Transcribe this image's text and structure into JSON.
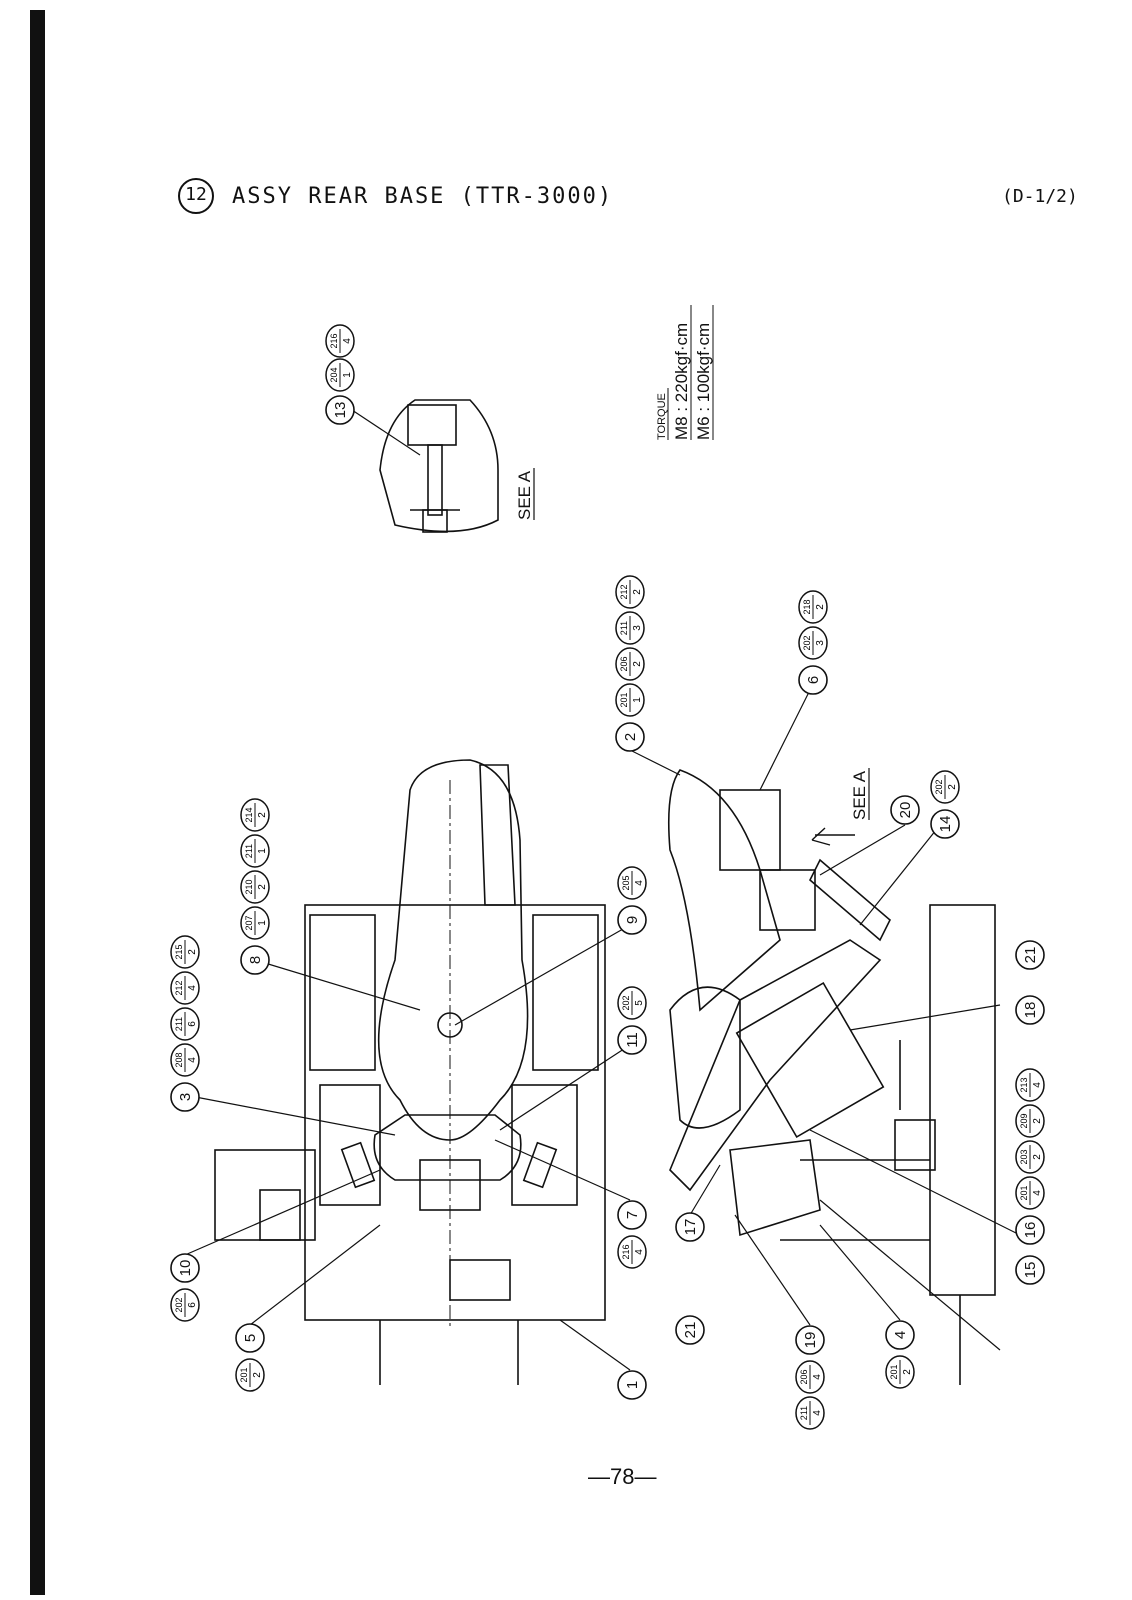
{
  "header": {
    "item_number": "12",
    "title": "ASSY REAR BASE (TTR-3000)",
    "sheet_code": "(D-1/2)"
  },
  "torque": {
    "heading": "TORQUE",
    "m8": "M8 : 220kgf·cm",
    "m6": "M6 : 100kgf·cm"
  },
  "see_a_label": "SEE A",
  "page_number": "—78—",
  "top_view_callouts": [
    "1",
    "3",
    "5",
    "7",
    "8",
    "9",
    "10",
    "11"
  ],
  "side_view_callouts": [
    "2",
    "4",
    "6",
    "14",
    "15",
    "16",
    "17",
    "18",
    "19",
    "20",
    "21"
  ],
  "detail_callouts": [
    "13"
  ],
  "fasteners": {
    "detail": [
      "204/1",
      "216/4"
    ],
    "p2": [
      "201/1",
      "206/2",
      "211/3",
      "212/2"
    ],
    "p6": [
      "202/3",
      "218/2"
    ],
    "p14": [
      "202/2"
    ],
    "p8": [
      "207/1",
      "210/2",
      "211/1",
      "214/2"
    ],
    "p3": [
      "208/4",
      "211/6",
      "212/4",
      "215/2"
    ],
    "p9": [
      "205/4"
    ],
    "p11": [
      "202/5"
    ],
    "p7": [
      "216/4"
    ],
    "p10": [
      "202/6"
    ],
    "p5": [
      "201/2"
    ],
    "p16": [
      "201/4",
      "203/2",
      "209/2",
      "213/4"
    ],
    "p19": [
      "206/4",
      "211/4"
    ],
    "p4": [
      "201/2"
    ]
  }
}
